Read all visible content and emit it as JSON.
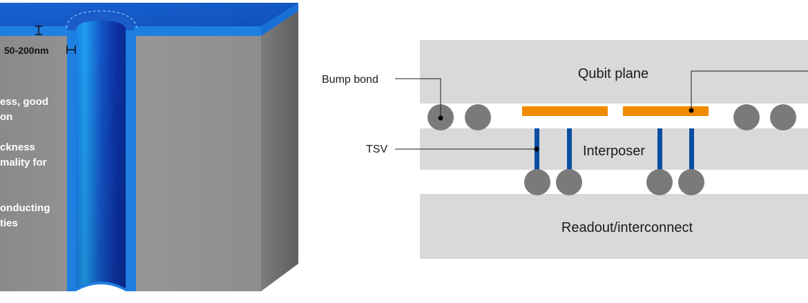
{
  "left_panel": {
    "thickness_label": "50-200nm",
    "notes": [
      [
        "ess, good",
        "on"
      ],
      [
        "ckness",
        "mality for"
      ],
      [
        "onducting",
        "ties"
      ]
    ]
  },
  "right_panel": {
    "layers": {
      "top": "Qubit plane",
      "middle": "Interposer",
      "bottom": "Readout/interconnect"
    },
    "callouts": {
      "bump_bond": "Bump bond",
      "tsv": "TSV"
    }
  },
  "colors": {
    "substrate": "#8c8c8c",
    "coating": "#1e7fe0",
    "layer_gray": "#d9d9d9",
    "bump": "#7a7a7a",
    "pad": "#f08a00",
    "tsv": "#0b4ea2"
  }
}
